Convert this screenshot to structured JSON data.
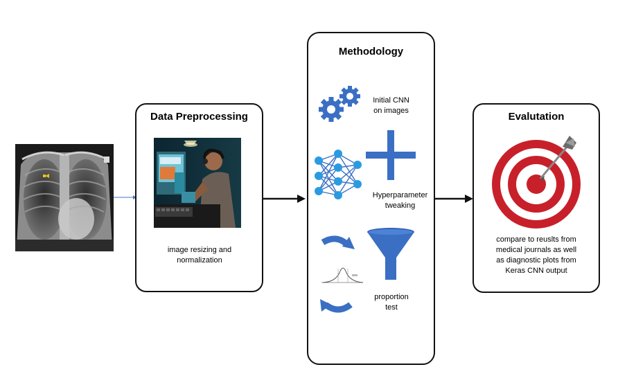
{
  "preprocessing": {
    "title": "Data Preprocessing",
    "caption_line1": "image resizing and",
    "caption_line2": "normalization"
  },
  "methodology": {
    "title": "Methodology",
    "step1_line1": "Initial CNN",
    "step1_line2": "on images",
    "step2_line1": "Hyperparameter",
    "step2_line2": "tweaking",
    "step3_line1": "proportion",
    "step3_line2": "test"
  },
  "evaluation": {
    "title": "Evalutation",
    "caption_lines": [
      "compare to reuslts from",
      "medical journals as well",
      "as diagnostic plots from",
      "Keras CNN output"
    ]
  },
  "icons": {
    "xray": "chest-xray-image",
    "photo": "person-at-computer-photo",
    "gears": "gears-icon",
    "network": "neural-network-icon",
    "plus": "plus-icon",
    "cycle": "cycle-arrows-icon",
    "curve": "bell-curve-icon",
    "funnel": "funnel-icon",
    "target": "target-dart-icon"
  },
  "colors": {
    "accent_blue": "#3a6fc4",
    "target_red": "#c8202a",
    "arrow": "#111111",
    "thin_arrow": "#4a72c4"
  }
}
